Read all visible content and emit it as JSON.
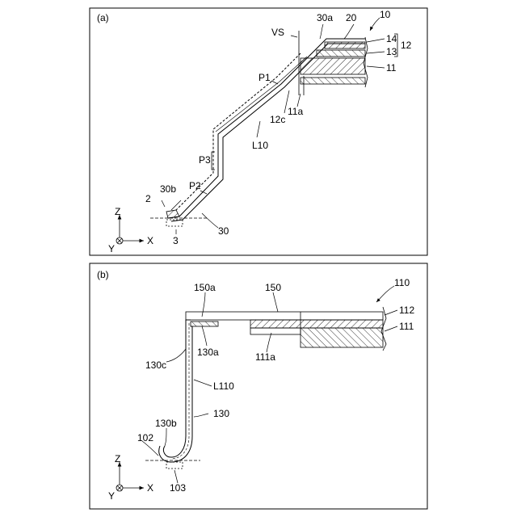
{
  "panel_a": {
    "label": "(a)",
    "refs": {
      "r10": "10",
      "r20": "20",
      "r30a": "30a",
      "vs": "VS",
      "r14": "14",
      "r13": "13",
      "r12": "12",
      "r11": "11",
      "p1": "P1",
      "r11a": "11a",
      "r12c": "12c",
      "l10": "L10",
      "p3": "P3",
      "r30b": "30b",
      "p2": "P2",
      "r2": "2",
      "r3": "3",
      "r30": "30"
    },
    "axes": {
      "z": "Z",
      "y": "Y",
      "x": "X"
    }
  },
  "panel_b": {
    "label": "(b)",
    "refs": {
      "r110": "110",
      "r150a": "150a",
      "r150": "150",
      "r112": "112",
      "r111": "111",
      "r130a": "130a",
      "r111a": "111a",
      "r130c": "130c",
      "l110": "L110",
      "r130": "130",
      "r130b": "130b",
      "r102": "102",
      "r103": "103"
    },
    "axes": {
      "z": "Z",
      "y": "Y",
      "x": "X"
    }
  }
}
